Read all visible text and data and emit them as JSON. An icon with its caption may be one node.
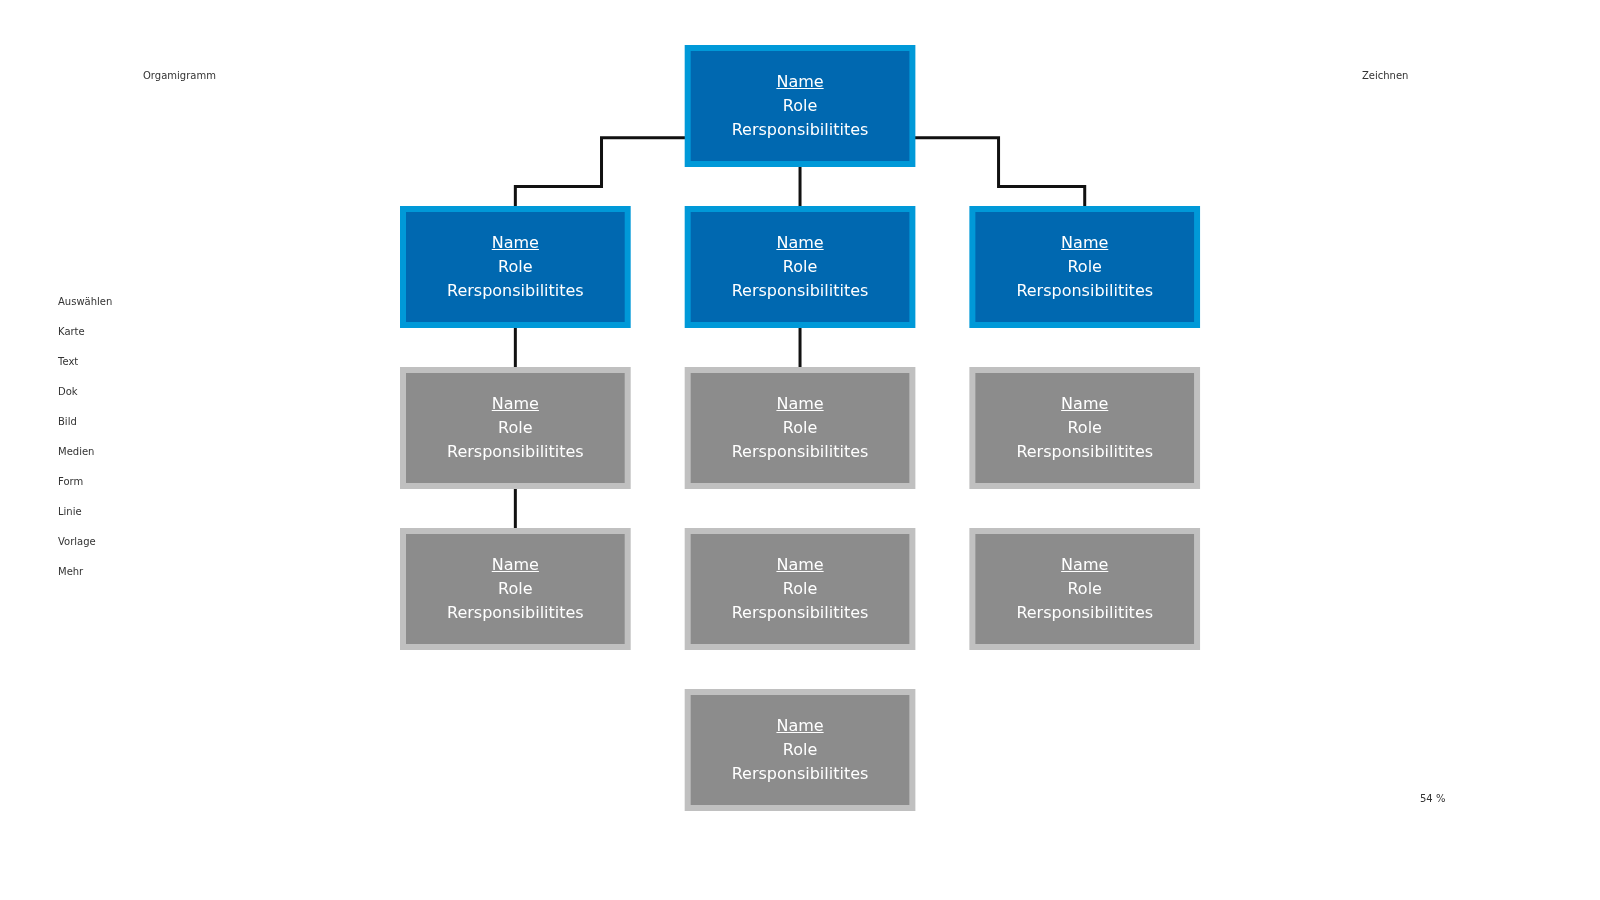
{
  "diagram": {
    "nodes": [
      {
        "text": [
          "Name",
          "Role",
          "Rersponsibilitites"
        ]
      },
      {
        "text": [
          "Name",
          "Role",
          "Rersponsibilitites"
        ]
      },
      {
        "text": [
          "Name",
          "Role",
          "Rersponsibilitites"
        ]
      },
      {
        "text": [
          "Name",
          "Role",
          "Rersponsibilitites"
        ]
      },
      {
        "text": [
          "Name",
          "Role",
          "Rersponsibilitites"
        ]
      },
      {
        "text": [
          "Name",
          "Role",
          "Rersponsibilitites"
        ]
      },
      {
        "text": [
          "Name",
          "Role",
          "Rersponsibilitites"
        ]
      },
      {
        "text": [
          "Name",
          "Role",
          "Rersponsibilitites"
        ]
      },
      {
        "text": [
          "Name",
          "Role",
          "Rersponsibilitites"
        ]
      },
      {
        "text": [
          "Name",
          "Role",
          "Rersponsibilitites"
        ]
      },
      {
        "text": [
          "Name",
          "Role",
          "Rersponsibilitites"
        ]
      }
    ],
    "edges": [
      {
        "from": 0,
        "to": 1,
        "arrow": "none"
      },
      {
        "from": 0,
        "to": 2,
        "arrow": "none"
      },
      {
        "from": 0,
        "to": 3,
        "arrow": "none"
      },
      {
        "from": 1,
        "to": 4,
        "arrow": "none"
      },
      {
        "from": 4,
        "to": 7,
        "arrow": "none"
      },
      {
        "from": 2,
        "to": 5,
        "arrow": "none"
      }
    ],
    "labels": [
      "Orgamigramm",
      "Zeichnen",
      "Auswählen",
      "Karte",
      "Text",
      "Dok",
      "Bild",
      "Medien",
      "Form",
      "Linie",
      "Vorlage",
      "Mehr",
      "54 %"
    ]
  }
}
